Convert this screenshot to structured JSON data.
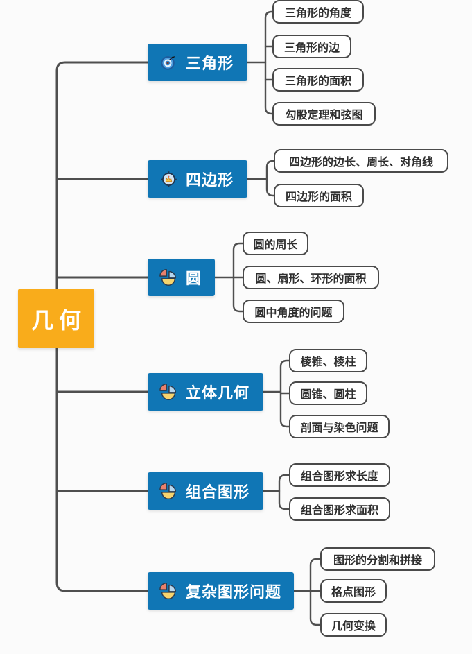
{
  "root": {
    "label": "几何"
  },
  "branches": [
    {
      "label": "三角形",
      "icon": "dartboard-icon",
      "children": [
        "三角形的角度",
        "三角形的边",
        "三角形的面积",
        "勾股定理和弦图"
      ]
    },
    {
      "label": "四边形",
      "icon": "compass-badge-icon",
      "children": [
        "四边形的边长、周长、对角线",
        "四边形的面积"
      ]
    },
    {
      "label": "圆",
      "icon": "pie-chart-icon",
      "children": [
        "圆的周长",
        "圆、扇形、环形的面积",
        "圆中角度的问题"
      ]
    },
    {
      "label": "立体几何",
      "icon": "pie-chart-icon",
      "children": [
        "棱锥、棱柱",
        "圆锥、圆柱",
        "剖面与染色问题"
      ]
    },
    {
      "label": "组合图形",
      "icon": "pie-chart-icon",
      "children": [
        "组合图形求长度",
        "组合图形求面积"
      ]
    },
    {
      "label": "复杂图形问题",
      "icon": "pie-chart-icon",
      "children": [
        "图形的分割和拼接",
        "格点图形",
        "几何变换"
      ]
    }
  ],
  "colors": {
    "root_yellow": "#F9AC1B",
    "branch_blue": "#1076B5",
    "line_gray": "#4F4F4F",
    "leaf_border": "#4A4A4A",
    "pie_red": "#E8806C",
    "pie_blue": "#B5D6EF",
    "pie_yellow": "#F6D46E"
  }
}
